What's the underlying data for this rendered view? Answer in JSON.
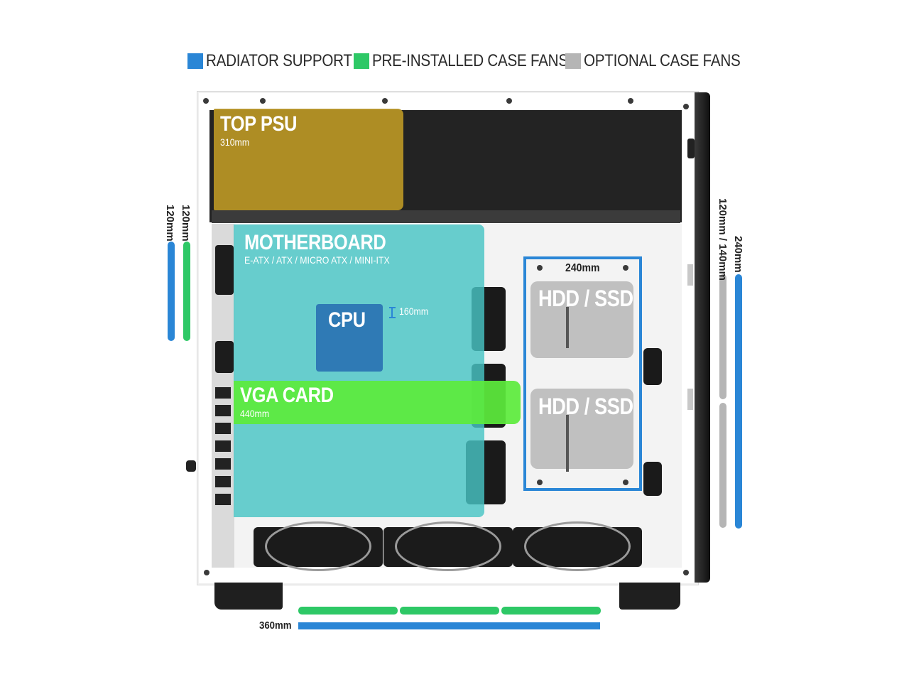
{
  "legend": {
    "radiator": {
      "label": "RADIATOR SUPPORT",
      "color": "#2a86d6"
    },
    "preinstalled": {
      "label": "PRE-INSTALLED CASE FANS",
      "color": "#2ec866"
    },
    "optional": {
      "label": "OPTIONAL CASE FANS",
      "color": "#b5b5b5"
    }
  },
  "zones": {
    "psu": {
      "title": "TOP PSU",
      "sub": "310mm"
    },
    "motherboard": {
      "title": "MOTHERBOARD",
      "sub": "E-ATX / ATX / MICRO ATX / MINI-ITX"
    },
    "cpu": {
      "title": "CPU",
      "cooler": "160mm"
    },
    "vga": {
      "title": "VGA CARD",
      "sub": "440mm"
    },
    "hdd_top": {
      "title": "HDD / SSD"
    },
    "hdd_bottom": {
      "title": "HDD / SSD"
    },
    "side_radiator": {
      "size": "240mm"
    }
  },
  "dimensions": {
    "rear_fan": "120mm",
    "rear_radiator": "120mm",
    "front_fan": "120mm / 140mm",
    "front_radiator": "240mm",
    "bottom_radiator": "360mm"
  }
}
